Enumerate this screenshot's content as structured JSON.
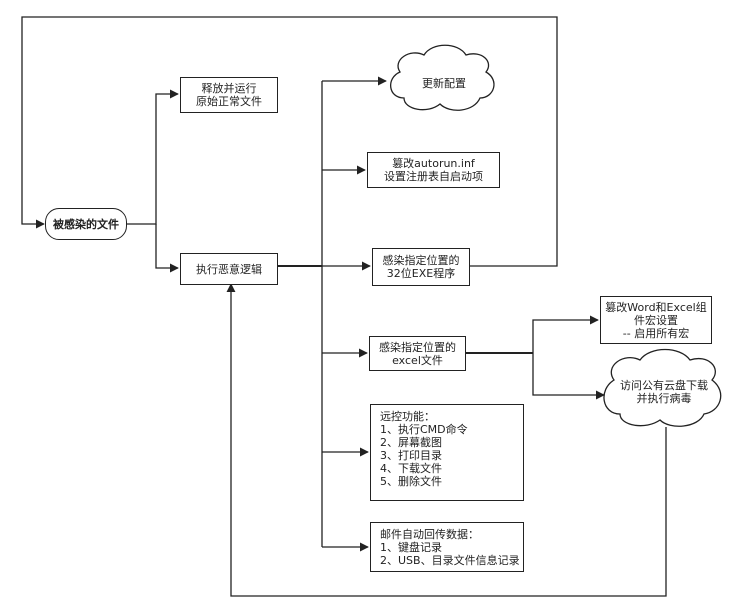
{
  "nodes": {
    "infected_file": [
      "被感染的文件"
    ],
    "release_run": [
      "释放并运行",
      "原始正常文件"
    ],
    "execute_malicious": [
      "执行恶意逻辑"
    ],
    "update_config": [
      "更新配置"
    ],
    "tamper_autorun": [
      "篡改autorun.inf",
      "设置注册表自启动项"
    ],
    "infect_exe": [
      "感染指定位置的",
      "32位EXE程序"
    ],
    "infect_excel": [
      "感染指定位置的",
      "excel文件"
    ],
    "tamper_macro": [
      "篡改Word和Excel组",
      "件宏设置",
      "-- 启用所有宏"
    ],
    "cloud_download": [
      "访问公有云盘下载",
      "并执行病毒"
    ],
    "remote_control": [
      "远控功能：",
      "1、执行CMD命令",
      "2、屏幕截图",
      "3、打印目录",
      "4、下载文件",
      "5、删除文件"
    ],
    "mail_exfil": [
      "邮件自动回传数据：",
      "1、键盘记录",
      "2、USB、目录文件信息记录"
    ]
  }
}
